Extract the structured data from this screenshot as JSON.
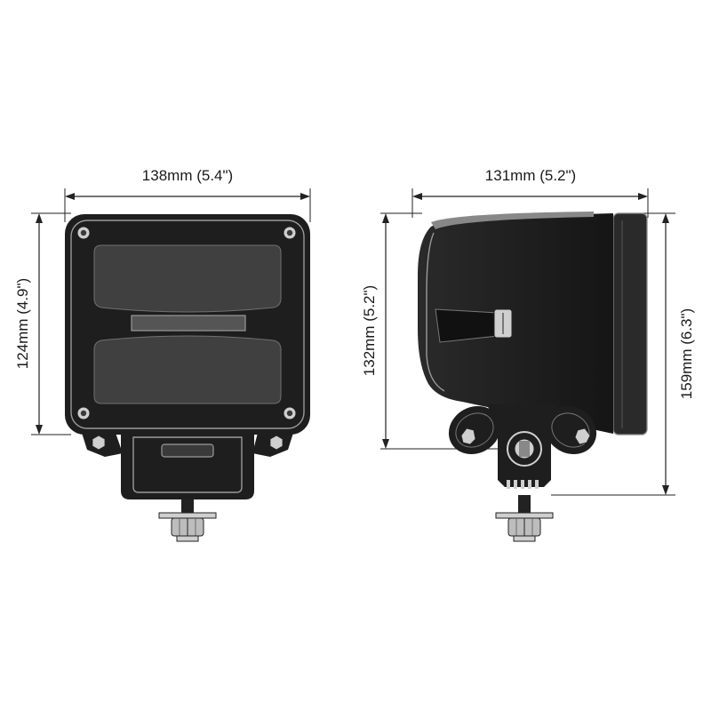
{
  "front_view": {
    "width_label": "138mm (5.4\")",
    "height_label": "124mm (4.9\")"
  },
  "side_view": {
    "depth_label": "131mm (5.2\")",
    "body_height_label": "132mm (5.2\")",
    "total_height_label": "159mm (6.3\")"
  },
  "colors": {
    "housing": "#1e1e1e",
    "lens_pane": "#404040",
    "dimension_lines": "#222222"
  }
}
